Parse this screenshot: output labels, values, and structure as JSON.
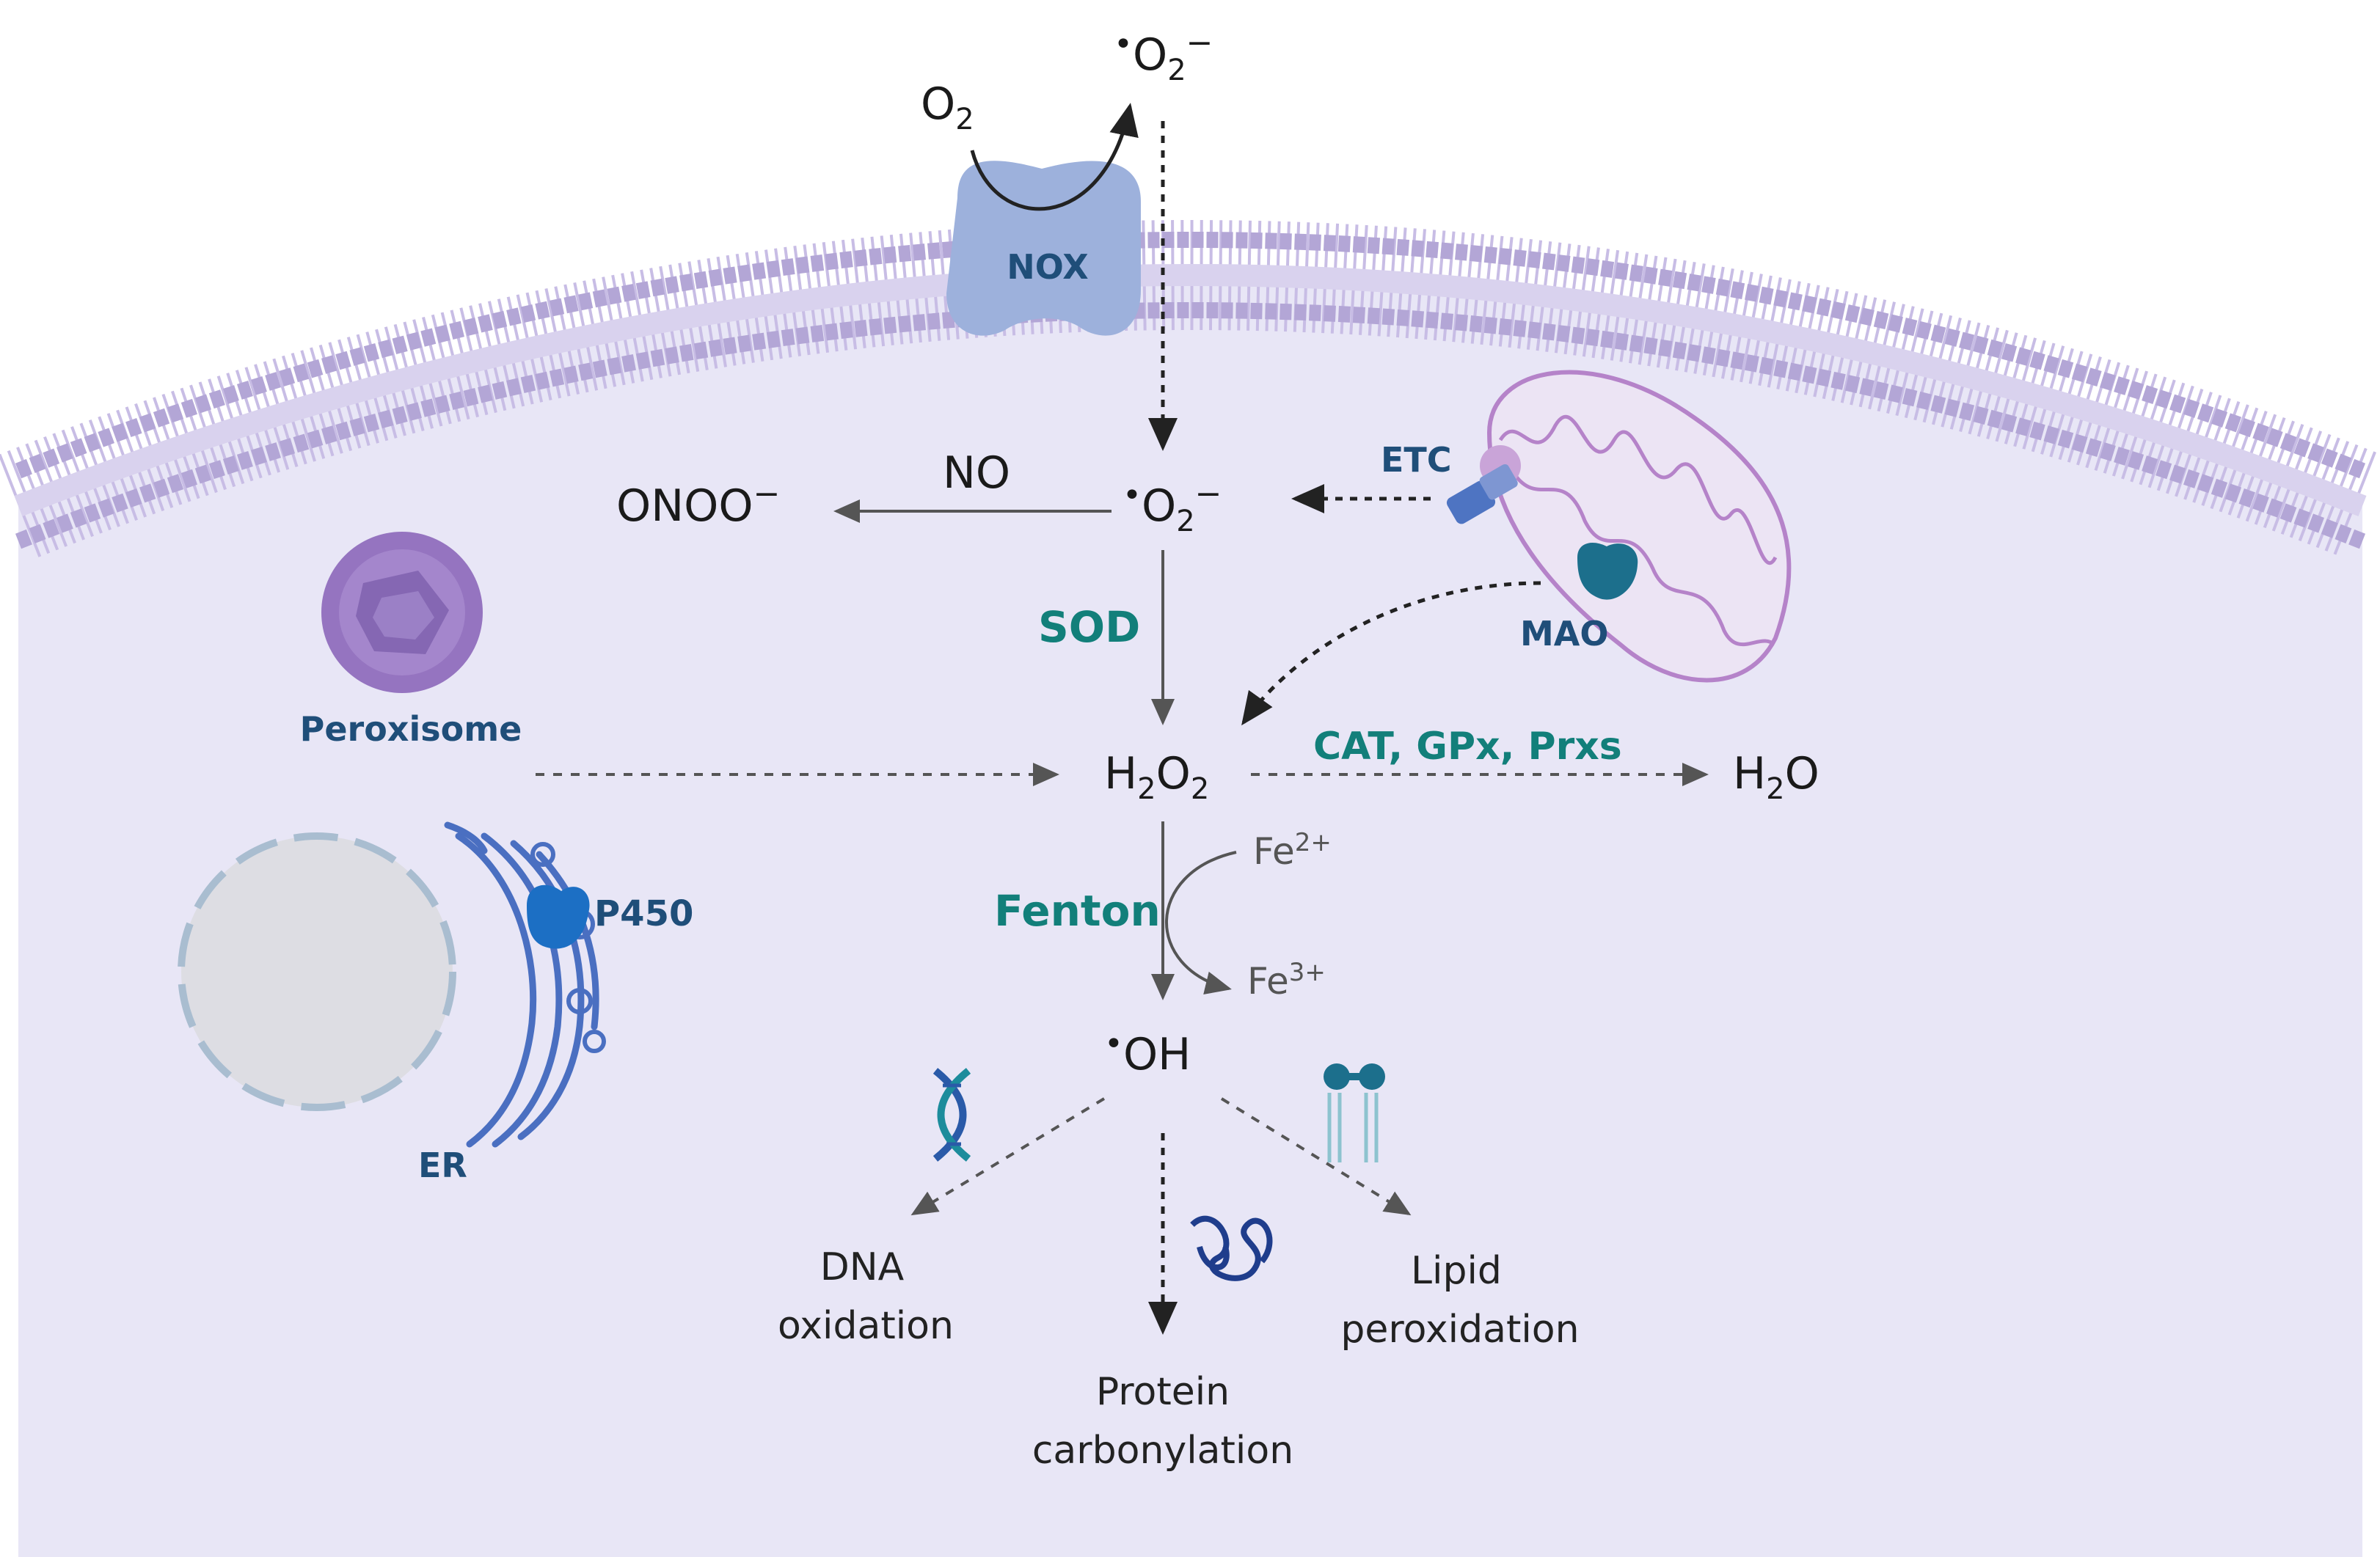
{
  "title": "",
  "colors": {
    "cell_bg": "#e8e6f6",
    "membrane": "#b7a9d8",
    "nox": "#9db1dc",
    "enzyme_text": "#127f7a",
    "organelle_text": "#1f4e79",
    "mitochondria": "#b583c9",
    "peroxisome": "#9574c0",
    "nucleus": "#dddde3",
    "er": "#4a6fc1",
    "p450": "#1c6fc4",
    "mao": "#1c6f8c"
  },
  "membrane": {
    "protein_label": "NOX",
    "outside": {
      "reactant": {
        "base": "O",
        "sub": "2",
        "sup": ""
      },
      "product": {
        "dot": "•",
        "base": "O",
        "sub": "2",
        "sup": "−"
      }
    }
  },
  "species": {
    "superoxide": {
      "dot": "•",
      "base": "O",
      "sub": "2",
      "sup": "−"
    },
    "nitric_oxide": "NO",
    "peroxynitrite": {
      "base": "ONOO",
      "sup": "−"
    },
    "hydrogen_peroxide": {
      "base1": "H",
      "sub1": "2",
      "base2": "O",
      "sub2": "2"
    },
    "water": {
      "base1": "H",
      "sub1": "2",
      "base2": "O"
    },
    "hydroxyl": {
      "dot": "•",
      "base": "OH"
    },
    "ferrous": {
      "base": "Fe",
      "sup": "2+"
    },
    "ferric": {
      "base": "Fe",
      "sup": "3+"
    }
  },
  "enzymes": {
    "sod": "SOD",
    "scavengers": "CAT, GPx, Prxs",
    "fenton": "Fenton"
  },
  "organelles": {
    "peroxisome": "Peroxisome",
    "etc": "ETC",
    "mao": "MAO",
    "p450": "P450",
    "er": "ER"
  },
  "icons": [
    "dna-icon",
    "protein-icon",
    "lipid-bilayer-icon"
  ],
  "outcomes": {
    "dna": [
      "DNA",
      "oxidation"
    ],
    "protein": [
      "Protein",
      "carbonylation"
    ],
    "lipid": [
      "Lipid",
      "peroxidation"
    ]
  }
}
